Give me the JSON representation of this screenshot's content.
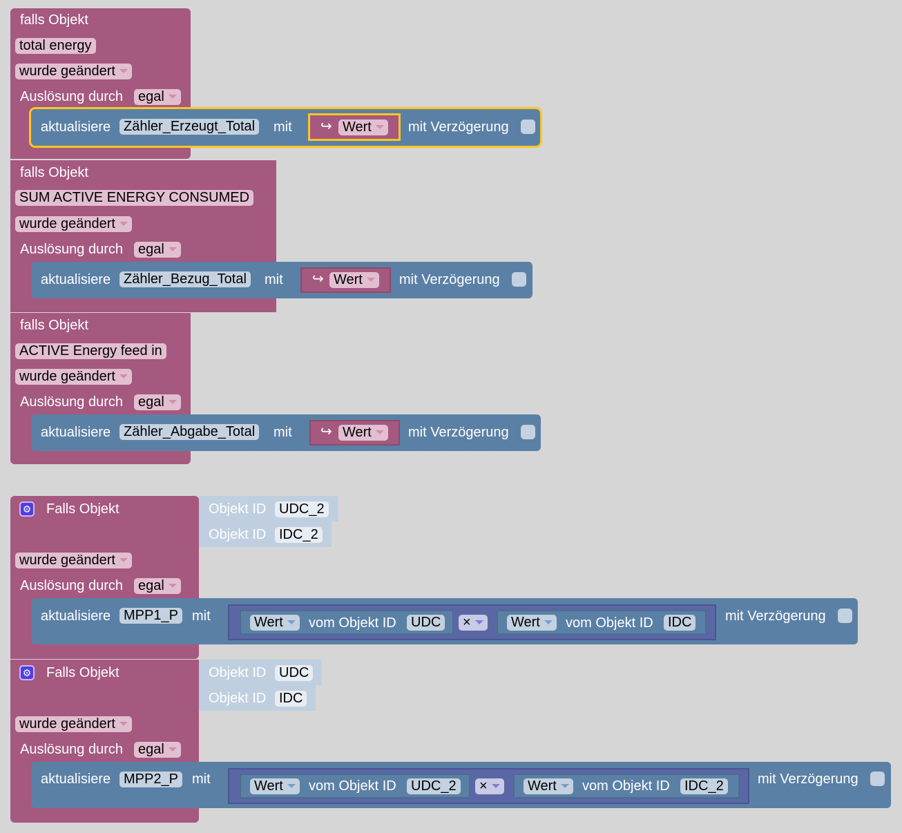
{
  "colors": {
    "event_block": "#a5597f",
    "action_block": "#5b80a5",
    "math_block": "#5b67a5",
    "object_id_block": "#bfcfdf",
    "selection_outline": "#fcc620",
    "settings_icon": "#4f3ee0"
  },
  "triggers": [
    {
      "header": "falls Objekt",
      "object": "total energy",
      "condition": "wurde geändert",
      "trigger_label": "Auslösung durch",
      "trigger_value": "egal",
      "action": {
        "verb": "aktualisiere",
        "target": "Zähler_Erzeugt_Total",
        "with": "mit",
        "value_icon": "return-arrow-icon",
        "value_glyph": "↪",
        "value": "Wert",
        "delay_label": "mit Verzögerung",
        "delay_checked": false,
        "selected": true
      }
    },
    {
      "header": "falls Objekt",
      "object": "SUM ACTIVE ENERGY CONSUMED",
      "condition": "wurde geändert",
      "trigger_label": "Auslösung durch",
      "trigger_value": "egal",
      "action": {
        "verb": "aktualisiere",
        "target": "Zähler_Bezug_Total",
        "with": "mit",
        "value_glyph": "↪",
        "value": "Wert",
        "delay_label": "mit Verzögerung",
        "delay_checked": false
      }
    },
    {
      "header": "falls Objekt",
      "object": "ACTIVE Energy feed in",
      "condition": "wurde geändert",
      "trigger_label": "Auslösung durch",
      "trigger_value": "egal",
      "action": {
        "verb": "aktualisiere",
        "target": "Zähler_Abgabe_Total",
        "with": "mit",
        "value_glyph": "↪",
        "value": "Wert",
        "delay_label": "mit Verzögerung",
        "delay_checked": false
      }
    },
    {
      "header": "Falls Objekt",
      "object_ids": [
        {
          "label": "Objekt ID",
          "value": "UDC_2"
        },
        {
          "label": "Objekt ID",
          "value": "IDC_2"
        }
      ],
      "condition": "wurde geändert",
      "trigger_label": "Auslösung durch",
      "trigger_value": "egal",
      "action": {
        "verb": "aktualisiere",
        "target": "MPP1_P",
        "with": "mit",
        "left": {
          "prop": "Wert",
          "of": "vom Objekt ID",
          "id": "UDC"
        },
        "operator": "×",
        "right": {
          "prop": "Wert",
          "of": "vom Objekt ID",
          "id": "IDC"
        },
        "delay_label": "mit Verzögerung",
        "delay_checked": false
      }
    },
    {
      "header": "Falls Objekt",
      "object_ids": [
        {
          "label": "Objekt ID",
          "value": "UDC"
        },
        {
          "label": "Objekt ID",
          "value": "IDC"
        }
      ],
      "condition": "wurde geändert",
      "trigger_label": "Auslösung durch",
      "trigger_value": "egal",
      "action": {
        "verb": "aktualisiere",
        "target": "MPP2_P",
        "with": "mit",
        "left": {
          "prop": "Wert",
          "of": "vom Objekt ID",
          "id": "UDC_2"
        },
        "operator": "×",
        "right": {
          "prop": "Wert",
          "of": "vom Objekt ID",
          "id": "IDC_2"
        },
        "delay_label": "mit Verzögerung",
        "delay_checked": false
      }
    }
  ]
}
